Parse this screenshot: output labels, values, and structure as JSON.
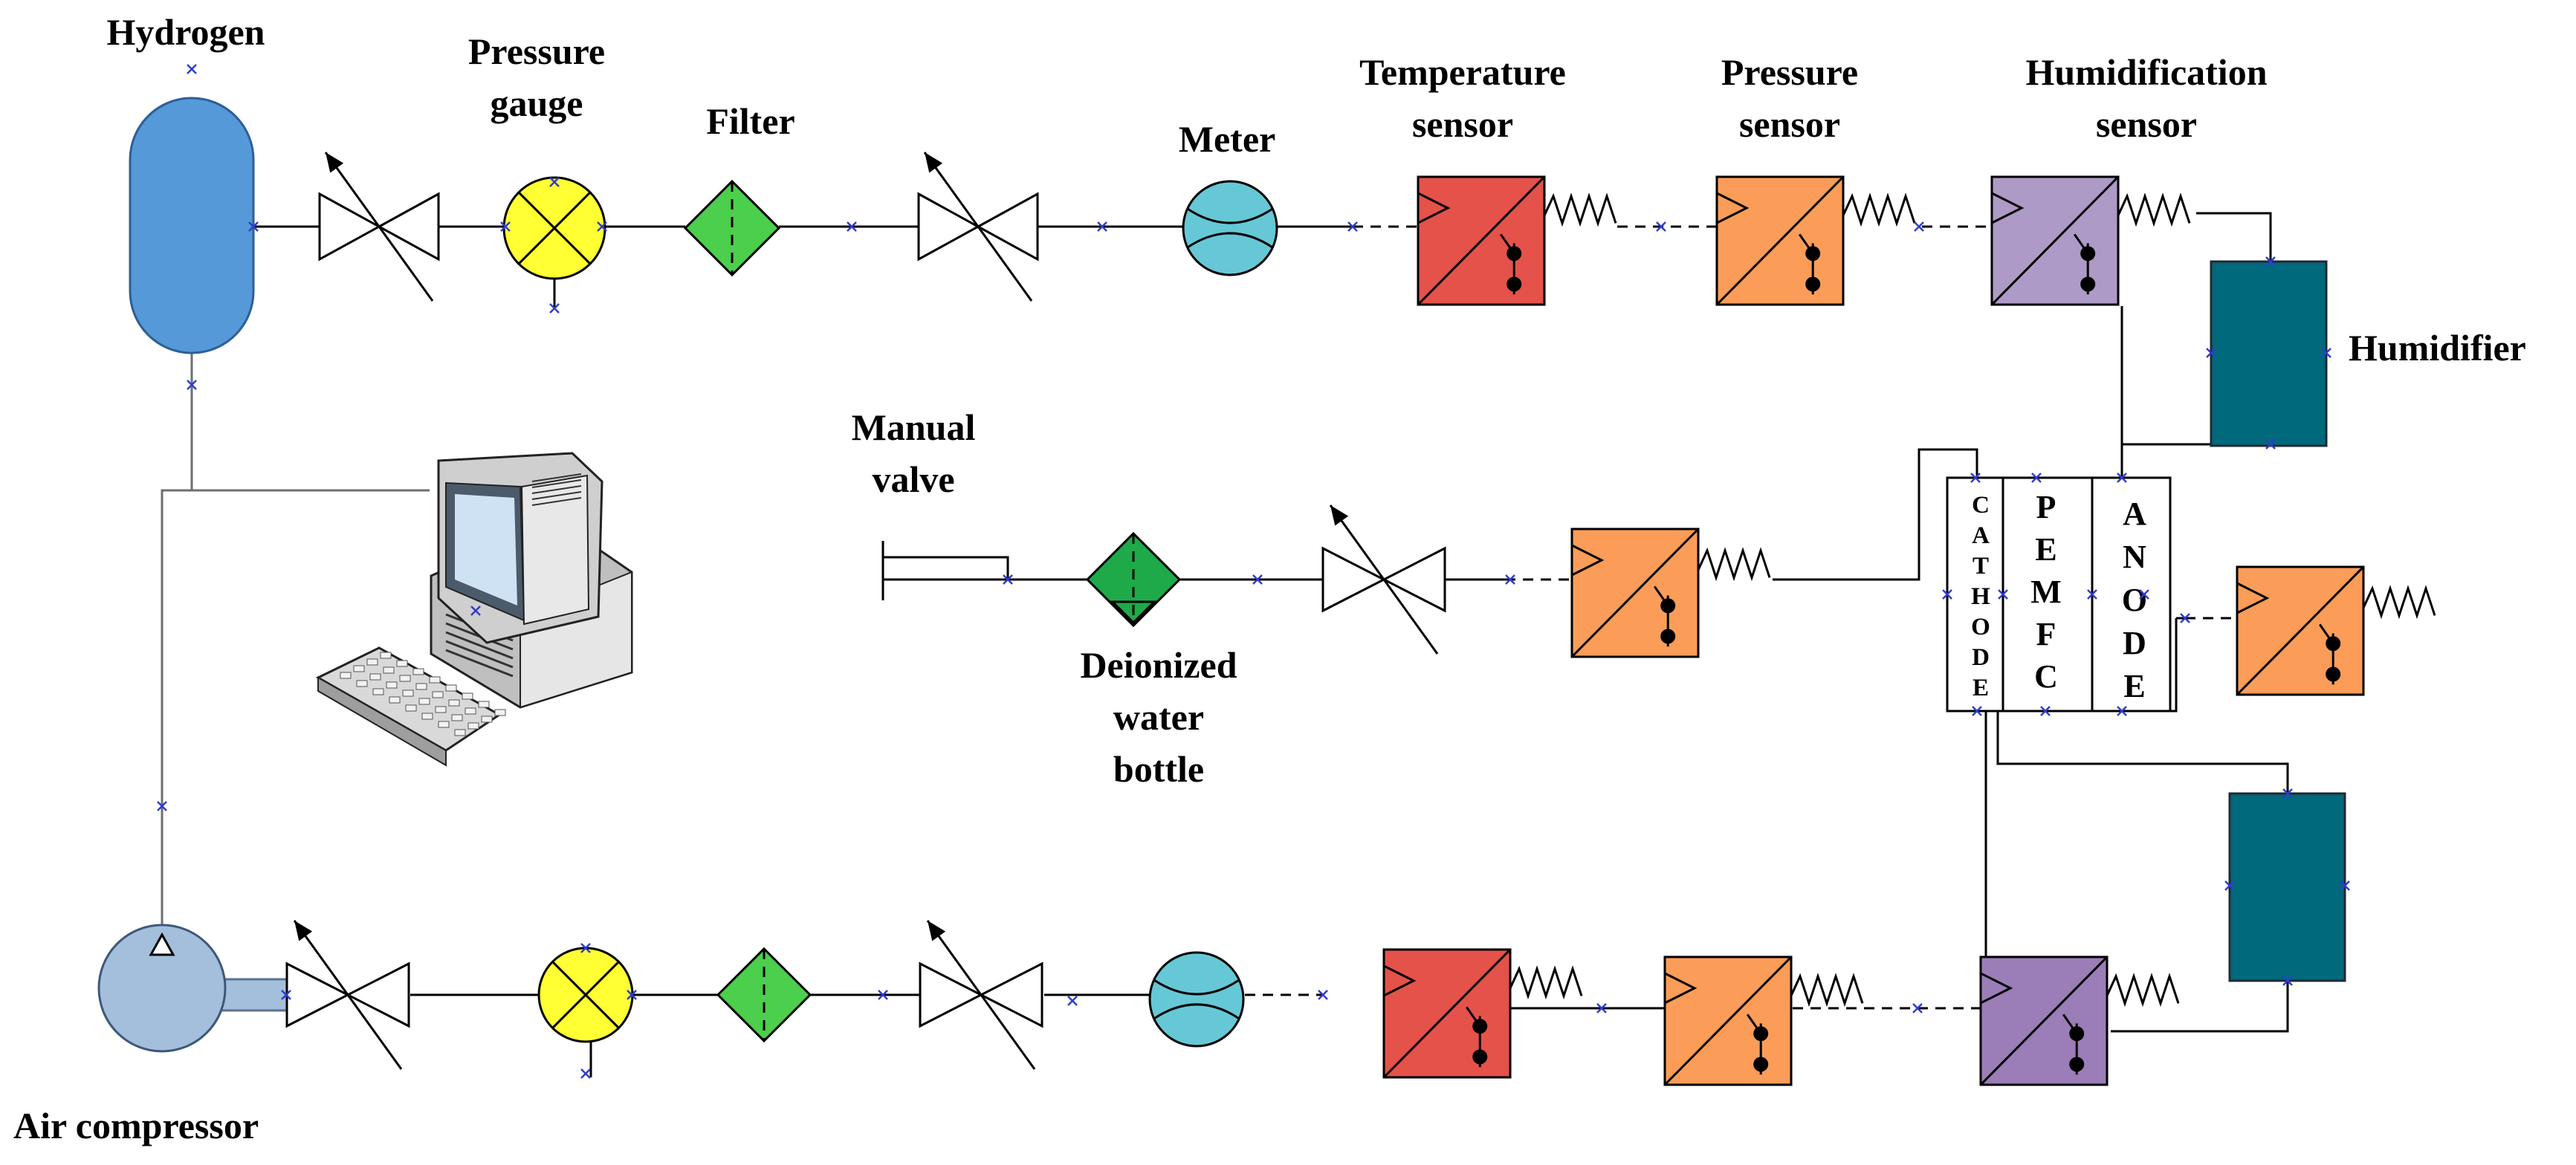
{
  "labels": {
    "hydrogen": "Hydrogen",
    "pressure_gauge": [
      "Pressure",
      "gauge"
    ],
    "filter": "Filter",
    "meter": "Meter",
    "temperature_sensor": [
      "Temperature",
      "sensor"
    ],
    "pressure_sensor": [
      "Pressure",
      "sensor"
    ],
    "humidification_sensor": [
      "Humidification",
      "sensor"
    ],
    "humidifier": "Humidifier",
    "manual_valve": [
      "Manual",
      "valve"
    ],
    "deionized_water_bottle": [
      "Deionized",
      "water",
      "bottle"
    ],
    "air_compressor": "Air compressor"
  },
  "stack": {
    "cathode": [
      "C",
      "A",
      "T",
      "H",
      "O",
      "D",
      "E"
    ],
    "pemfc": [
      "P",
      "E",
      "M",
      "F",
      "C"
    ],
    "anode": [
      "A",
      "N",
      "O",
      "D",
      "E"
    ]
  },
  "colors": {
    "hydrogen_tank": "#5599d8",
    "pressure_gauge": "#ffff33",
    "filter": "#4ccf4c",
    "deionized_filter": "#1faa4a",
    "meter": "#66c8d6",
    "temperature_sensor": "#e4524a",
    "pressure_sensor": "#fb9d58",
    "humidification_sensor_h2": "#ad9ac6",
    "humidification_sensor_air": "#9b7db7",
    "humidifier": "#00697b",
    "air_compressor": "#a3bfdc"
  },
  "icons": [
    "gas-tank-icon",
    "regulator-valve-icon",
    "pressure-gauge-icon",
    "filter-icon",
    "flow-meter-icon",
    "sensor-transmitter-icon",
    "humidifier-icon",
    "computer-icon",
    "air-compressor-icon",
    "fuel-cell-stack-icon"
  ]
}
